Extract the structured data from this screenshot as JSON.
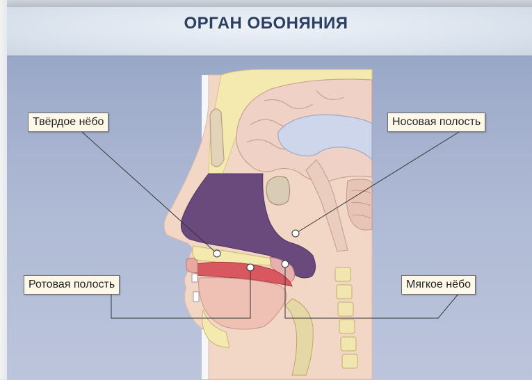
{
  "title": "ОРГАН ОБОНЯНИЯ",
  "labels": {
    "hard_palate": "Твёрдое нёбо",
    "nasal_cavity": "Носовая полость",
    "oral_cavity": "Ротовая полость",
    "soft_palate": "Мягкое нёбо"
  },
  "colors": {
    "nasal_cavity": "#6a4a7c",
    "brain": "#efd2c5",
    "skin": "#f2d6c6",
    "bone": "#f4eab0",
    "mouth": "#d9575f",
    "panel": "#aab6d2",
    "title": "#2b3f63"
  }
}
